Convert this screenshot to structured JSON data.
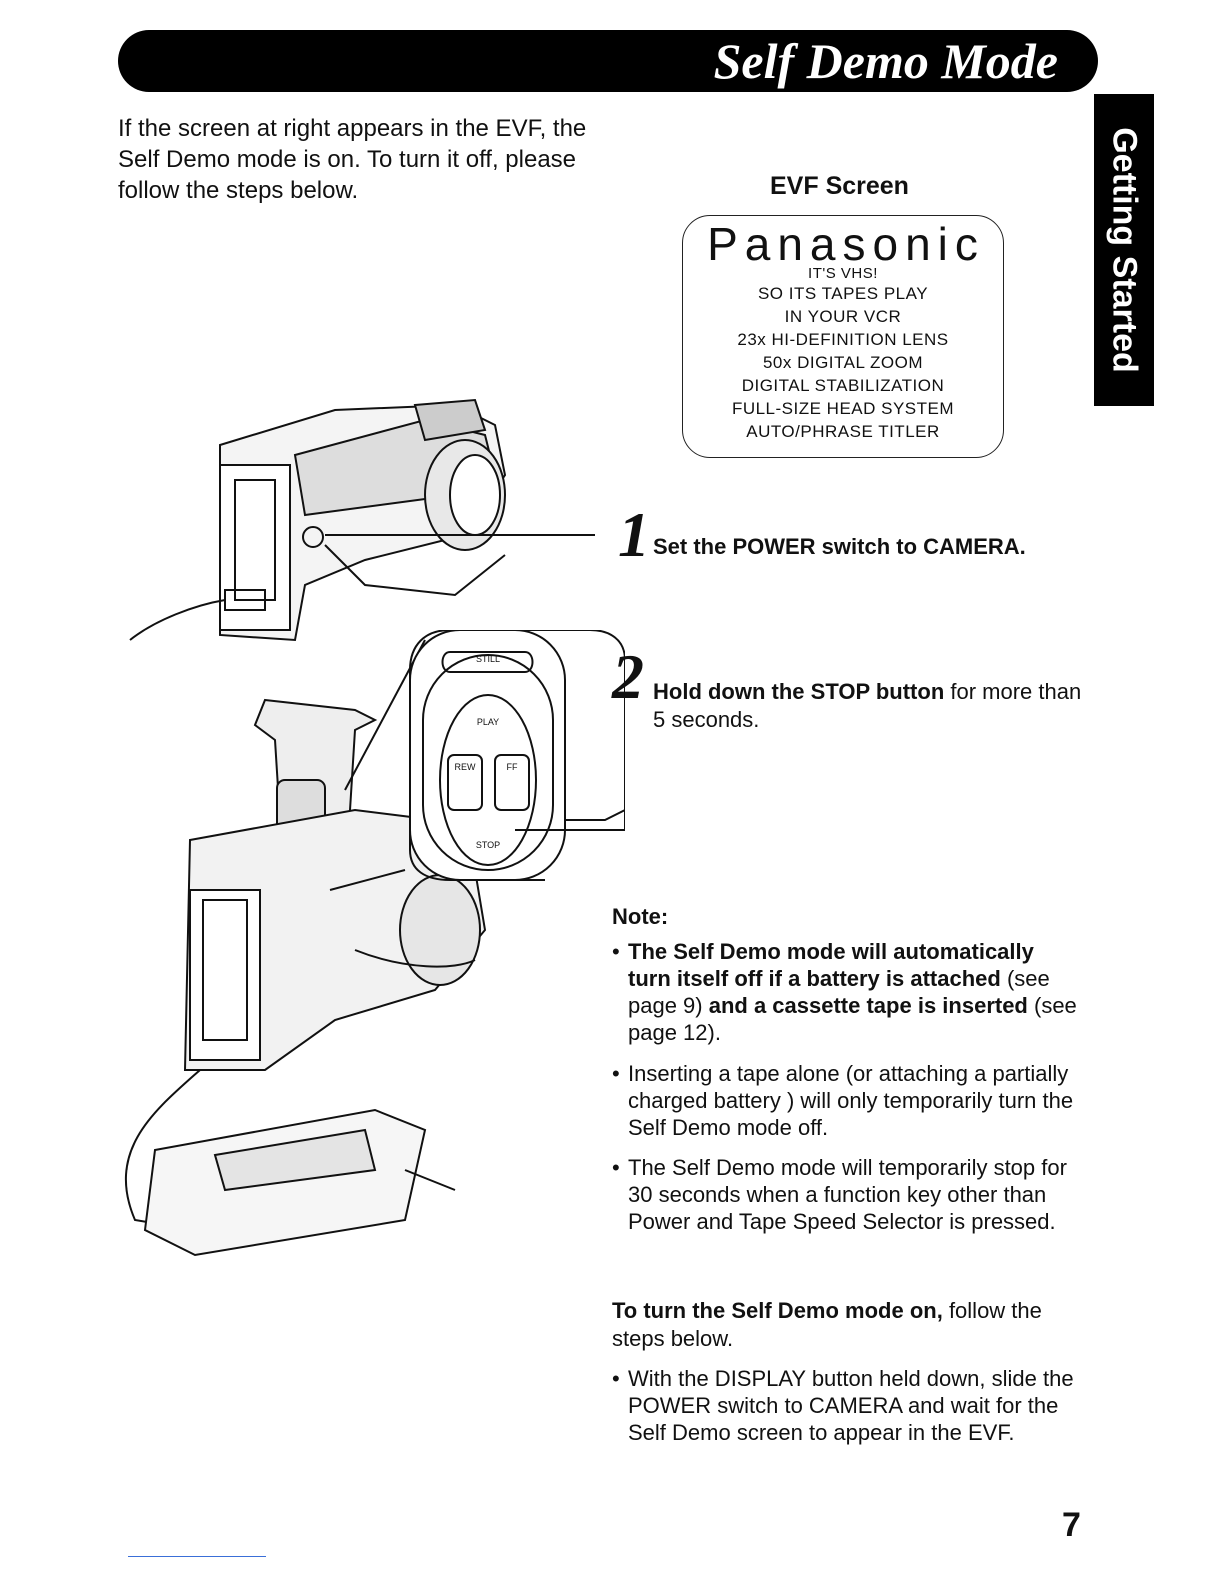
{
  "header": {
    "title": "Self Demo Mode"
  },
  "side_tab": {
    "label": "Getting Started"
  },
  "intro": {
    "text": "If the screen at right appears in the EVF, the Self Demo mode is on. To turn it off, please follow the steps below."
  },
  "evf": {
    "label": "EVF Screen",
    "brand": "Panasonic",
    "lines": [
      "IT'S VHS!",
      "SO ITS TAPES PLAY",
      "IN YOUR VCR",
      "23x HI-DEFINITION LENS",
      "50x DIGITAL ZOOM",
      "DIGITAL STABILIZATION",
      "FULL-SIZE HEAD SYSTEM",
      "AUTO/PHRASE TITLER"
    ]
  },
  "steps": [
    {
      "number": "1",
      "bold": "Set the POWER switch to CAMERA.",
      "rest": ""
    },
    {
      "number": "2",
      "bold": "Hold down the STOP button",
      "rest": " for more than 5 seconds."
    }
  ],
  "buttons": {
    "still": "STILL",
    "play": "PLAY",
    "rew": "REW",
    "ff": "FF",
    "stop": "STOP"
  },
  "note": {
    "title": "Note:",
    "b1": {
      "p1": "The Self Demo mode will automatically turn itself off if a battery is attached",
      "p2": " (see page 9) ",
      "p3": "and a cassette tape is inserted",
      "p4": " (see page 12)."
    },
    "b2": "Inserting a tape alone (or attaching a partially charged battery ) will only temporarily turn the Self Demo mode off.",
    "b3": "The Self Demo mode will temporarily stop for 30 seconds when a function key other than Power and Tape Speed Selector is pressed."
  },
  "turn_on": {
    "bold": "To turn the Self Demo mode on,",
    "rest": " follow the steps below.",
    "bullet": "With the DISPLAY button held down, slide the POWER switch to CAMERA and wait for the Self Demo screen to appear in the EVF."
  },
  "page_number": "7",
  "bullet_char": "•"
}
